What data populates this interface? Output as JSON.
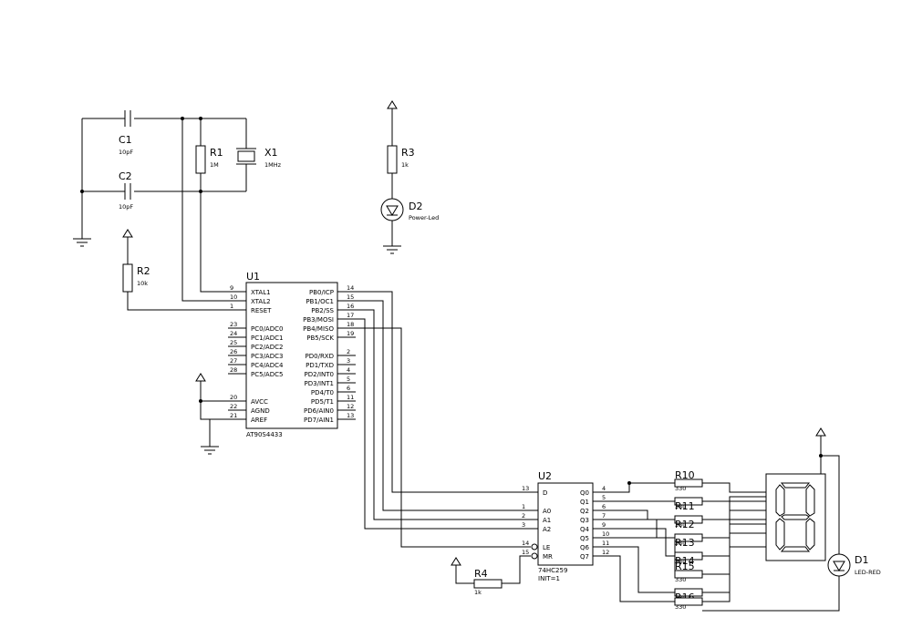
{
  "components": {
    "c1": {
      "ref": "C1",
      "value": "10pF"
    },
    "c2": {
      "ref": "C2",
      "value": "10pF"
    },
    "r1": {
      "ref": "R1",
      "value": "1M"
    },
    "x1": {
      "ref": "X1",
      "value": "1MHz"
    },
    "r2": {
      "ref": "R2",
      "value": "10k"
    },
    "r3": {
      "ref": "R3",
      "value": "1k"
    },
    "d2": {
      "ref": "D2",
      "value": "Power-Led"
    },
    "r4": {
      "ref": "R4",
      "value": "1k"
    },
    "d1": {
      "ref": "D1",
      "value": "LED-RED"
    },
    "u1": {
      "ref": "U1",
      "part": "AT90S4433"
    },
    "u2": {
      "ref": "U2",
      "part": "74HC259",
      "note": "INIT=1"
    },
    "resistor_array": [
      {
        "ref": "R10",
        "value": "330",
        "label": ""
      },
      {
        "ref": "",
        "value": "330",
        "label": "R11"
      },
      {
        "ref": "",
        "value": "330",
        "label": "R12"
      },
      {
        "ref": "",
        "value": "330",
        "label": "R13"
      },
      {
        "ref": "",
        "value": "330",
        "label": "R14"
      },
      {
        "ref": "R15",
        "value": "330",
        "label": ""
      },
      {
        "ref": "",
        "value": "330",
        "label": "R16"
      },
      {
        "ref": "",
        "value": "330",
        "label": ""
      }
    ]
  },
  "u1_left_pins": [
    {
      "num": "9",
      "name": "XTAL1"
    },
    {
      "num": "10",
      "name": "XTAL2"
    },
    {
      "num": "1",
      "name": "RESET"
    },
    {
      "num": "23",
      "name": "PC0/ADC0"
    },
    {
      "num": "24",
      "name": "PC1/ADC1"
    },
    {
      "num": "25",
      "name": "PC2/ADC2"
    },
    {
      "num": "26",
      "name": "PC3/ADC3"
    },
    {
      "num": "27",
      "name": "PC4/ADC4"
    },
    {
      "num": "28",
      "name": "PC5/ADC5"
    },
    {
      "num": "20",
      "name": "AVCC"
    },
    {
      "num": "22",
      "name": "AGND"
    },
    {
      "num": "21",
      "name": "AREF"
    }
  ],
  "u1_right_pins": [
    {
      "num": "14",
      "name": "PB0/ICP"
    },
    {
      "num": "15",
      "name": "PB1/OC1"
    },
    {
      "num": "16",
      "name": "PB2/SS"
    },
    {
      "num": "17",
      "name": "PB3/MOSI"
    },
    {
      "num": "18",
      "name": "PB4/MISO"
    },
    {
      "num": "19",
      "name": "PB5/SCK"
    },
    {
      "num": "2",
      "name": "PD0/RXD"
    },
    {
      "num": "3",
      "name": "PD1/TXD"
    },
    {
      "num": "4",
      "name": "PD2/INT0"
    },
    {
      "num": "5",
      "name": "PD3/INT1"
    },
    {
      "num": "6",
      "name": "PD4/T0"
    },
    {
      "num": "11",
      "name": "PD5/T1"
    },
    {
      "num": "12",
      "name": "PD6/AIN0"
    },
    {
      "num": "13",
      "name": "PD7/AIN1"
    }
  ],
  "u2_left_pins": [
    {
      "num": "13",
      "name": "D"
    },
    {
      "num": "1",
      "name": "A0"
    },
    {
      "num": "2",
      "name": "A1"
    },
    {
      "num": "3",
      "name": "A2"
    },
    {
      "num": "14",
      "name": "LE"
    },
    {
      "num": "15",
      "name": "MR"
    }
  ],
  "u2_right_pins": [
    {
      "num": "4",
      "name": "Q0"
    },
    {
      "num": "5",
      "name": "Q1"
    },
    {
      "num": "6",
      "name": "Q2"
    },
    {
      "num": "7",
      "name": "Q3"
    },
    {
      "num": "9",
      "name": "Q4"
    },
    {
      "num": "10",
      "name": "Q5"
    },
    {
      "num": "11",
      "name": "Q6"
    },
    {
      "num": "12",
      "name": "Q7"
    }
  ]
}
